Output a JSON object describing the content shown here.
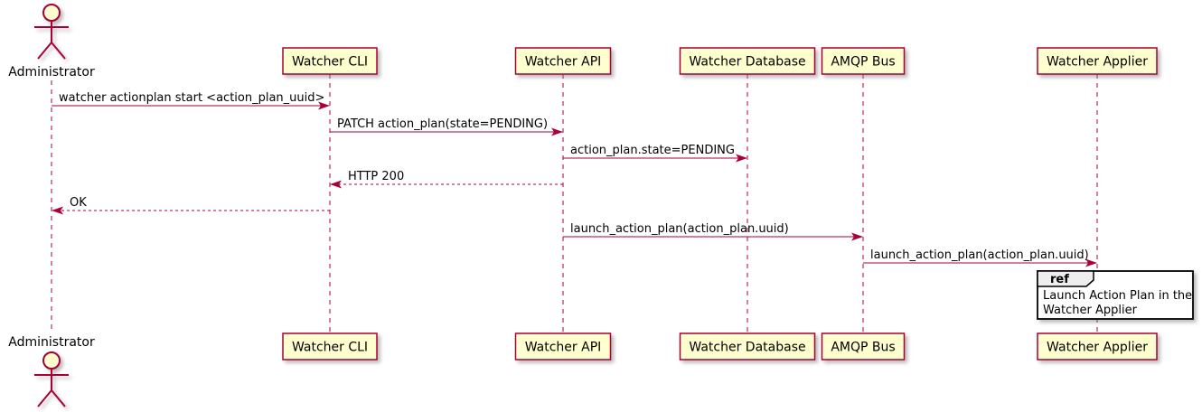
{
  "diagram": {
    "type": "sequence",
    "colors": {
      "background": "#FFFFFF",
      "participant_fill": "#FEFECE",
      "stroke": "#A80036",
      "text": "#000000",
      "ref_fill": "#FFFFFF",
      "ref_header_fill": "#EEEEEE",
      "ref_border": "#000000"
    },
    "actor": {
      "label": "Administrator"
    },
    "participants": [
      {
        "label": "Watcher CLI"
      },
      {
        "label": "Watcher API"
      },
      {
        "label": "Watcher Database"
      },
      {
        "label": "AMQP Bus"
      },
      {
        "label": "Watcher Applier"
      }
    ],
    "messages": [
      {
        "text": "watcher actionplan start <action_plan_uuid>",
        "from": "Administrator",
        "to": "Watcher CLI",
        "line": "solid"
      },
      {
        "text": "PATCH action_plan(state=PENDING)",
        "from": "Watcher CLI",
        "to": "Watcher API",
        "line": "solid"
      },
      {
        "text": "action_plan.state=PENDING",
        "from": "Watcher API",
        "to": "Watcher Database",
        "line": "solid"
      },
      {
        "text": "HTTP 200",
        "from": "Watcher API",
        "to": "Watcher CLI",
        "line": "dashed"
      },
      {
        "text": "OK",
        "from": "Watcher CLI",
        "to": "Administrator",
        "line": "dashed"
      },
      {
        "text": "launch_action_plan(action_plan.uuid)",
        "from": "Watcher API",
        "to": "AMQP Bus",
        "line": "solid"
      },
      {
        "text": "launch_action_plan(action_plan.uuid)",
        "from": "AMQP Bus",
        "to": "Watcher Applier",
        "line": "solid"
      }
    ],
    "ref": {
      "keyword": "ref",
      "lines": [
        "Launch Action Plan in the",
        "Watcher Applier"
      ],
      "over": "Watcher Applier"
    }
  }
}
